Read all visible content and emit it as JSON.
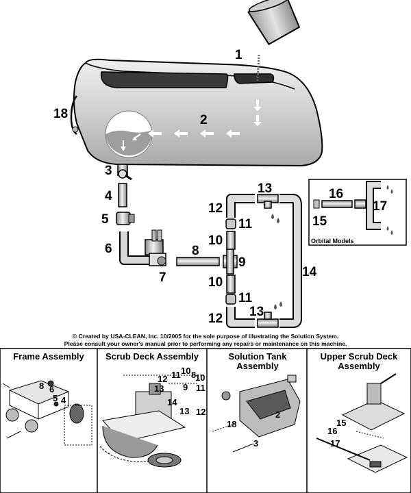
{
  "credit": {
    "line1": "© Created by USA-CLEAN, Inc. 10/2005 for the sole purpose of illustrating the Solution System.",
    "line2": "Please consult your owner's manual prior to performing any repairs or maintenance on this machine."
  },
  "callouts": {
    "c1": "1",
    "c2": "2",
    "c3": "3",
    "c4": "4",
    "c5": "5",
    "c6": "6",
    "c7": "7",
    "c8": "8",
    "c9": "9",
    "c10a": "10",
    "c10b": "10",
    "c11a": "11",
    "c11b": "11",
    "c12a": "12",
    "c12b": "12",
    "c13a": "13",
    "c13b": "13",
    "c14": "14",
    "c15": "15",
    "c16": "16",
    "c17": "17",
    "c18": "18"
  },
  "orbital_label": "Orbital Models",
  "panels": [
    {
      "title": "Frame Assembly",
      "labels": [
        "8",
        "6",
        "5",
        "4"
      ]
    },
    {
      "title": "Scrub Deck Assembly",
      "labels": [
        "11",
        "10",
        "8",
        "12",
        "13",
        "9",
        "10",
        "11",
        "14",
        "13",
        "12"
      ]
    },
    {
      "title_line1": "Solution Tank",
      "title_line2": "Assembly",
      "labels": [
        "2",
        "18",
        "3"
      ]
    },
    {
      "title_line1": "Upper Scrub Deck",
      "title_line2": "Assembly",
      "labels": [
        "15",
        "16",
        "17"
      ]
    }
  ]
}
